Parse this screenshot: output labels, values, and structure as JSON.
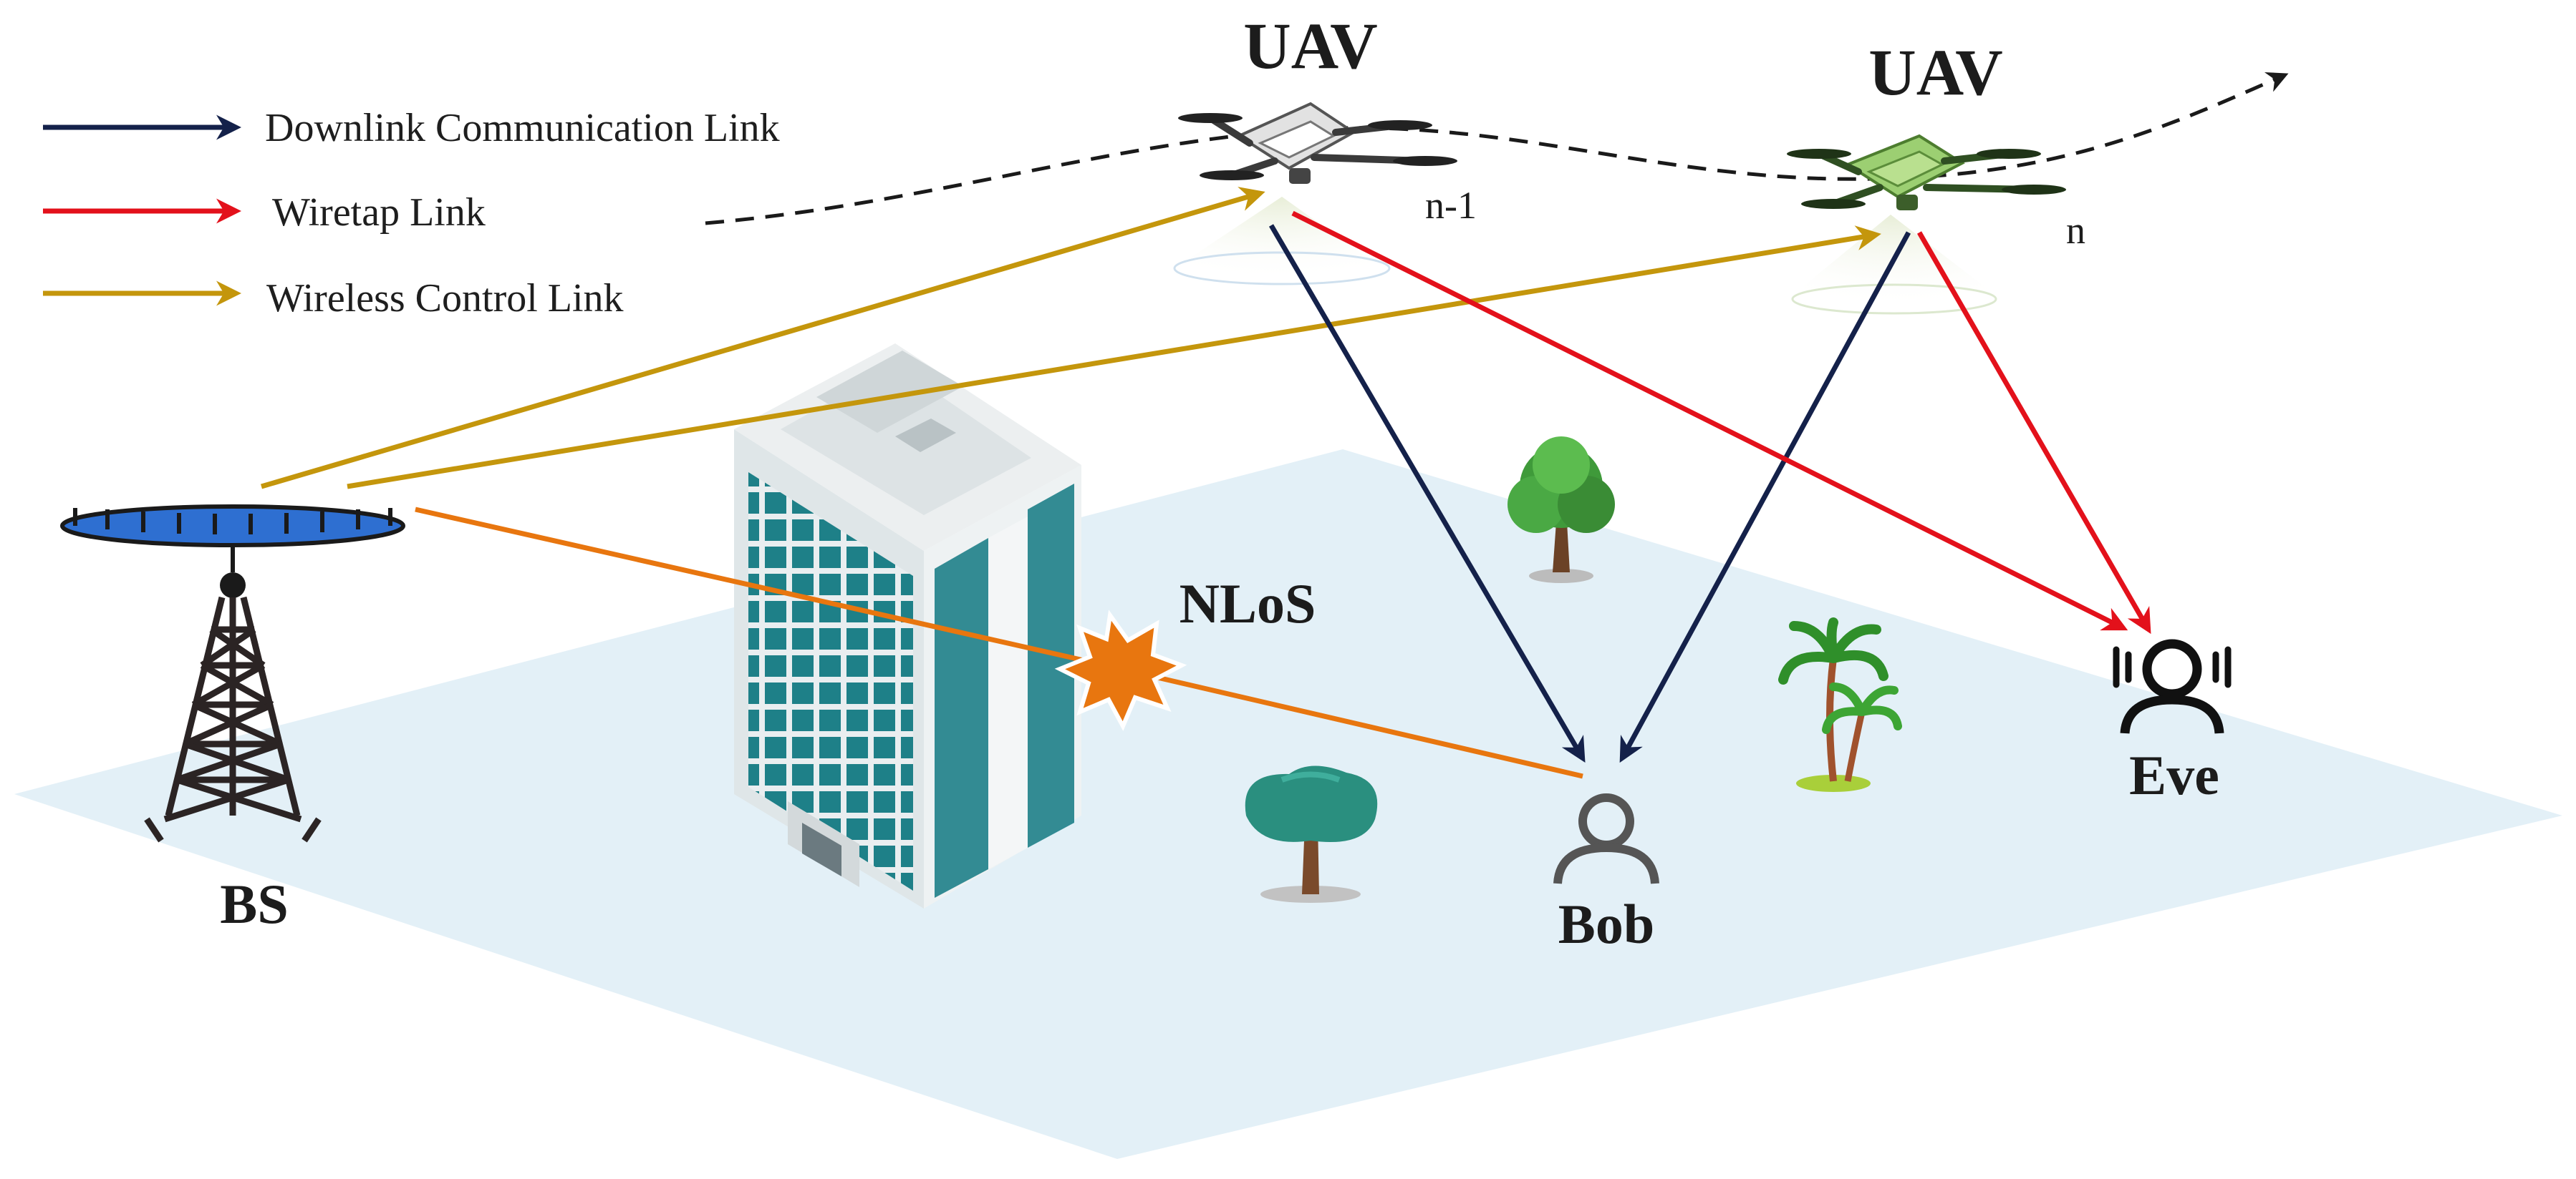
{
  "legend": {
    "items": [
      {
        "label": "Downlink Communication Link",
        "color": "#14214a"
      },
      {
        "label": "Wiretap Link",
        "color": "#e3111b"
      },
      {
        "label": "Wireless Control Link",
        "color": "#c4960c"
      }
    ]
  },
  "labels": {
    "uav_1": "UAV",
    "uav_2": "UAV",
    "slot_1": "n-1",
    "slot_2": "n",
    "bs": "BS",
    "nlos": "NLoS",
    "bob": "Bob",
    "eve": "Eve"
  },
  "colors": {
    "ground": "#e3f0f7",
    "downlink": "#14214a",
    "wiretap": "#e3111b",
    "control": "#c4960c",
    "nlos_link": "#e8760f",
    "building_glass": "#1d7f86",
    "tower": "#2b2424",
    "antenna_disk": "#2e6fd1"
  },
  "icons": [
    "uav-drone-gray-icon",
    "uav-drone-green-icon",
    "base-station-tower-icon",
    "building-icon",
    "tree-icon",
    "palm-tree-icon",
    "user-bob-icon",
    "user-eve-icon",
    "nlos-burst-icon"
  ]
}
